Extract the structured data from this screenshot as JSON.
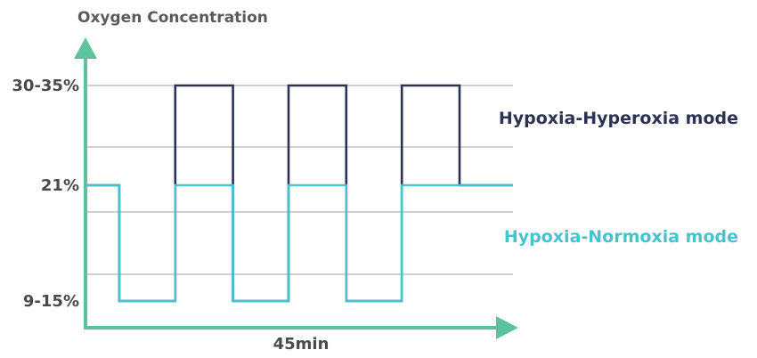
{
  "chart_data": {
    "type": "line",
    "step": true,
    "ylabel": "Oxygen Concentration",
    "xlabel": "45min",
    "y_ticks": [
      {
        "label": "30-35%",
        "level": "high"
      },
      {
        "label": "21%",
        "level": "normal"
      },
      {
        "label": "9-15%",
        "level": "low"
      }
    ],
    "grid": true,
    "x_period": 45,
    "series": [
      {
        "name": "Hypoxia-Hyperoxia mode",
        "color": "#2b3254",
        "legend_position": "right-upper",
        "segments": [
          [
            "normal",
            0.0,
            0.079
          ],
          [
            "low",
            0.079,
            0.21
          ],
          [
            "high",
            0.21,
            0.345
          ],
          [
            "low",
            0.345,
            0.475
          ],
          [
            "high",
            0.475,
            0.61
          ],
          [
            "low",
            0.61,
            0.74
          ],
          [
            "high",
            0.74,
            0.875
          ],
          [
            "normal",
            0.875,
            1.0
          ]
        ]
      },
      {
        "name": "Hypoxia-Normoxia mode",
        "color": "#45c4cf",
        "legend_position": "right-lower",
        "segments": [
          [
            "normal",
            0.0,
            0.079
          ],
          [
            "low",
            0.079,
            0.21
          ],
          [
            "normal",
            0.21,
            0.345
          ],
          [
            "low",
            0.345,
            0.475
          ],
          [
            "normal",
            0.475,
            0.61
          ],
          [
            "low",
            0.61,
            0.74
          ],
          [
            "normal",
            0.74,
            1.0
          ]
        ]
      }
    ],
    "axis_color": "#5cc39c",
    "grid_color": "#b5b5b5"
  }
}
